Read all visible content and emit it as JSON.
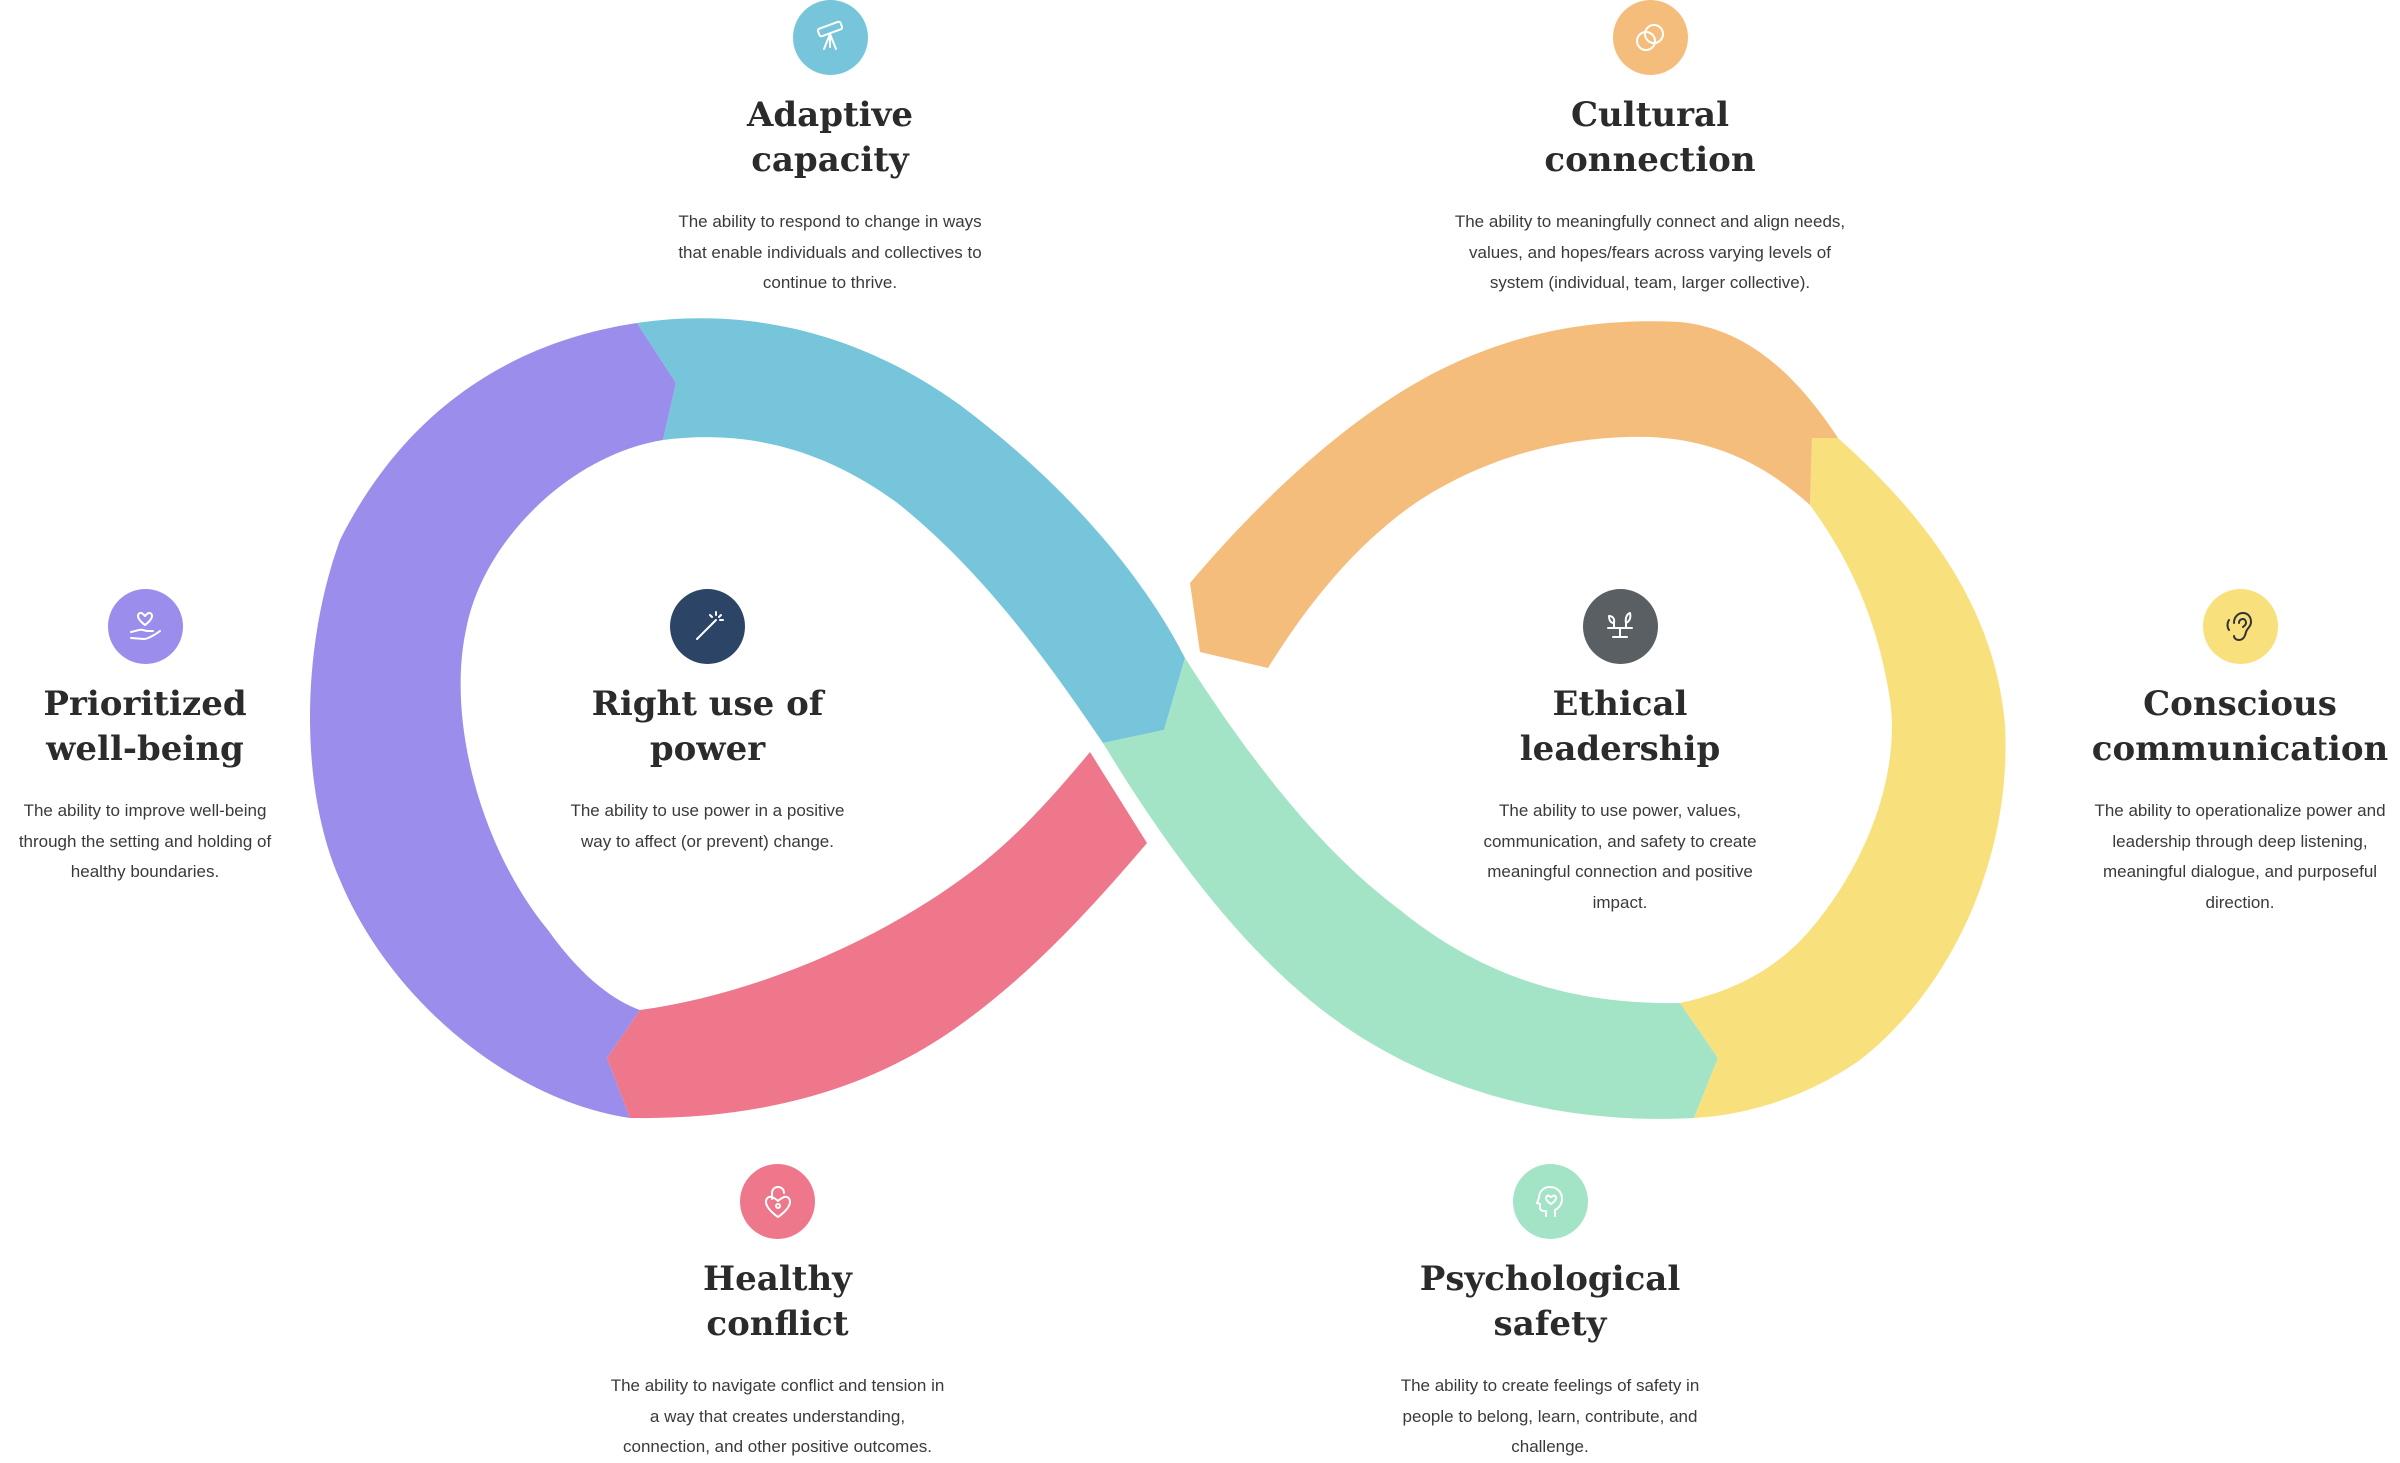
{
  "segments": [
    {
      "name": "prioritized-well-being",
      "color": "#9a8deb"
    },
    {
      "name": "adaptive-capacity",
      "color": "#76c5da"
    },
    {
      "name": "healthy-conflict",
      "color": "#ee778c"
    },
    {
      "name": "cultural-connection",
      "color": "#f4bd7b"
    },
    {
      "name": "conscious-communication",
      "color": "#f8e17d"
    },
    {
      "name": "psychological-safety",
      "color": "#a3e4c6"
    }
  ],
  "concepts": {
    "adaptive_capacity": {
      "icon": "telescope-icon",
      "color": "#76c5da",
      "title_1": "Adaptive",
      "title_2": "capacity",
      "description": "The ability to respond to change in ways that enable individuals and collectives to continue to thrive."
    },
    "cultural_connection": {
      "icon": "interlocking-rings-icon",
      "color": "#f4bd7b",
      "title_1": "Cultural",
      "title_2": "connection",
      "description": "The ability to meaningfully connect and align needs, values, and hopes/fears across varying levels of system (individual, team, larger collective)."
    },
    "prioritized_well_being": {
      "icon": "hand-heart-icon",
      "color": "#9a8deb",
      "title_1": "Prioritized",
      "title_2": "well-being",
      "description": "The ability to improve well-being through the setting and holding of healthy boundaries."
    },
    "right_use_of_power": {
      "icon": "magic-wand-icon",
      "color": "#2c4566",
      "title_1": "Right use of",
      "title_2": "power",
      "description": "The ability to use power in a positive way to affect (or prevent) change."
    },
    "ethical_leadership": {
      "icon": "sprouting-plant-icon",
      "color": "#5a5f63",
      "title_1": "Ethical",
      "title_2": "leadership",
      "description": "The ability to use power, values, communication, and safety to create meaningful connection and positive impact."
    },
    "conscious_communication": {
      "icon": "ear-icon",
      "color": "#f8e17d",
      "title_1": "Conscious",
      "title_2": "communication",
      "description": "The ability to operationalize power and leadership through deep listening, meaningful dialogue, and purposeful direction."
    },
    "healthy_conflict": {
      "icon": "heart-lock-icon",
      "color": "#ee778c",
      "title_1": "Healthy",
      "title_2": "conflict",
      "description": "The ability to navigate conflict and tension in a way that creates understanding, connection, and other positive outcomes."
    },
    "psychological_safety": {
      "icon": "head-heart-icon",
      "color": "#a3e4c6",
      "title_1": "Psychological",
      "title_2": "safety",
      "description": "The ability to create feelings of safety in people to belong, learn, contribute, and challenge."
    }
  }
}
